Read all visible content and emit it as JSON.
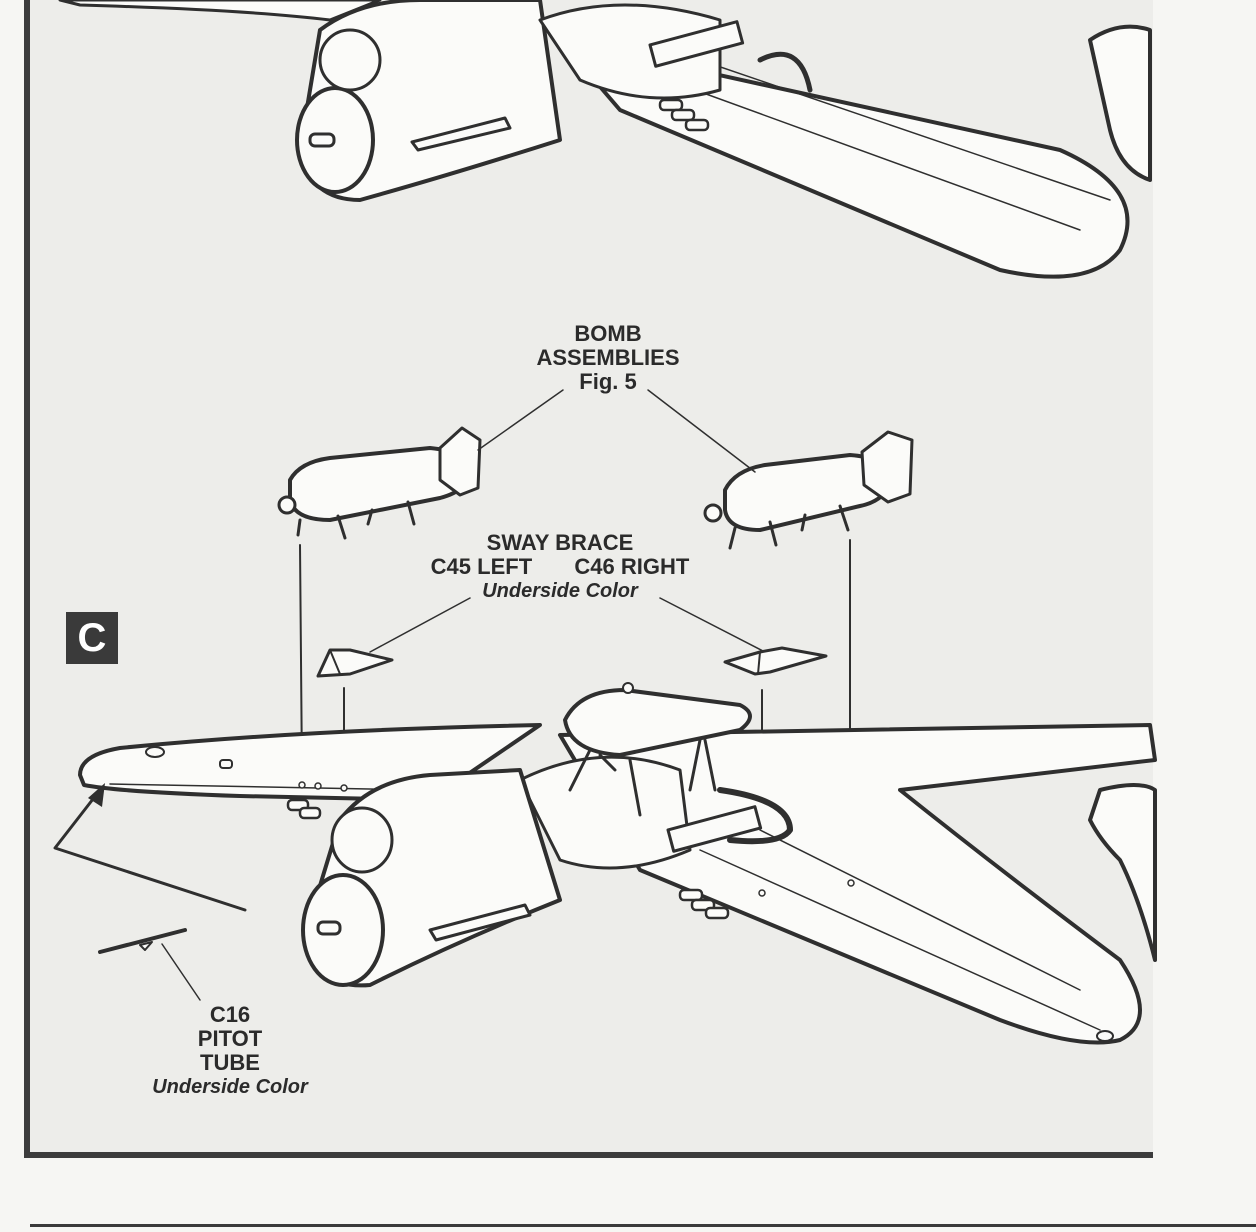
{
  "step": {
    "letter": "C"
  },
  "callouts": {
    "bomb_assemblies": {
      "line1": "BOMB",
      "line2": "ASSEMBLIES",
      "line3": "Fig. 5"
    },
    "sway_brace": {
      "title": "SWAY BRACE",
      "left_part": "C45 LEFT",
      "right_part": "C46 RIGHT",
      "note": "Underside Color"
    },
    "pitot_tube": {
      "part": "C16",
      "line1": "PITOT",
      "line2": "TUBE",
      "note": "Underside Color"
    }
  },
  "colors": {
    "ink": "#2f2f2f",
    "paper": "#f6f6f3",
    "panel": "#ededea",
    "badge": "#3a3a3a"
  }
}
